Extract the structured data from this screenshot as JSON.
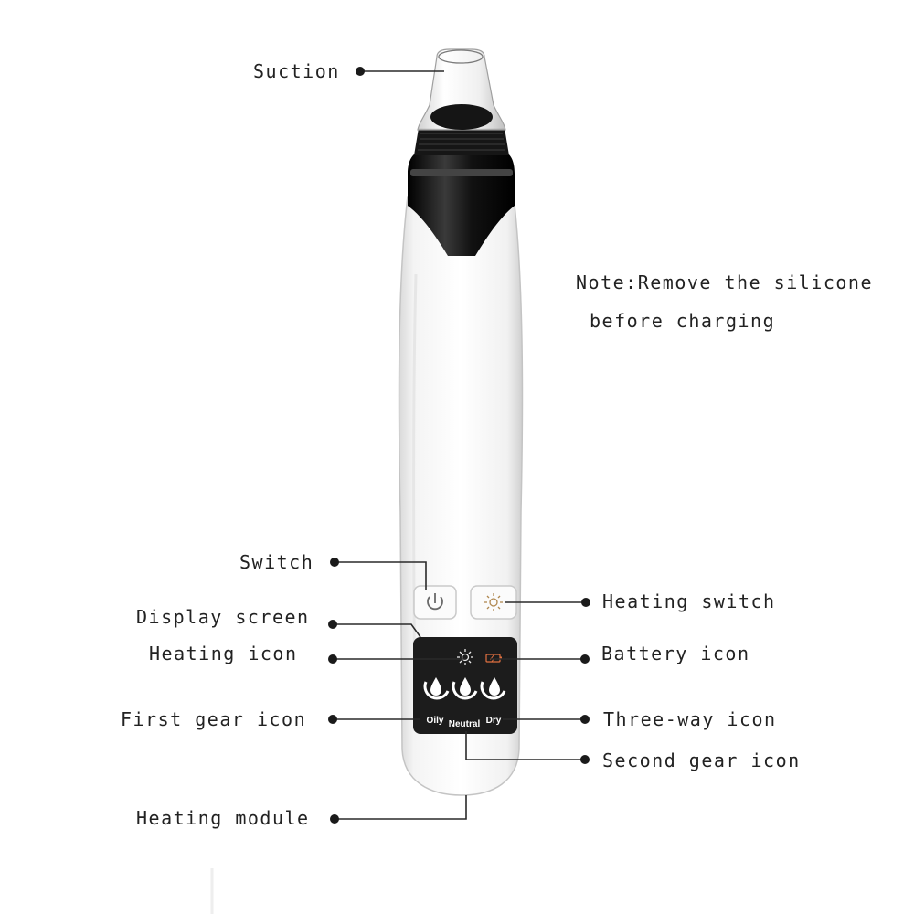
{
  "callouts": {
    "suction": "Suction",
    "switch": "Switch",
    "display_screen": "Display screen",
    "heating_icon": "Heating icon",
    "first_gear_icon": "First gear icon",
    "heating_module": "Heating module",
    "heating_switch": "Heating switch",
    "battery_icon": "Battery icon",
    "three_way_icon": "Three-way icon",
    "second_gear_icon": "Second gear icon"
  },
  "note": {
    "line1": "Note:Remove the silicone",
    "line2": "before charging"
  },
  "screen": {
    "oily": "Oily",
    "neutral": "Neutral",
    "dry": "Dry"
  },
  "colors": {
    "leader_line": "#2a2a2a",
    "device_body": "#f7f7f7",
    "device_black": "#111111",
    "screen_bg": "#1c1c1c"
  }
}
